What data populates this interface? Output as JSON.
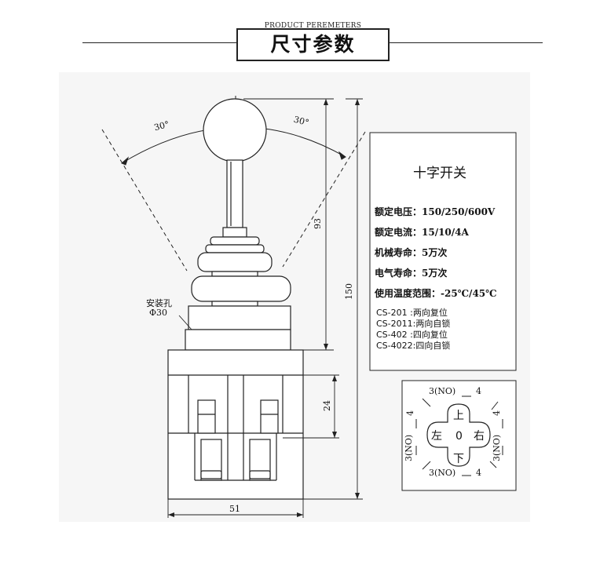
{
  "header": {
    "subtitle": "PRODUCT PEREMETERS",
    "title": "尺寸参数"
  },
  "drawing": {
    "angle_left": "30°",
    "angle_right": "30°",
    "dim_height_lever": "93",
    "dim_height_total": "150",
    "dim_height_base": "24",
    "dim_width": "51",
    "mount_hole_label": "安装孔",
    "mount_hole_dia": "Φ30"
  },
  "spec_panel": {
    "title": "十字开关",
    "specs": [
      "额定电压：150/250/600V",
      "额定电流：15/10/4A",
      "机械寿命：5万次",
      "电气寿命：5万次",
      "使用温度范围：-25℃/45℃"
    ],
    "models": [
      "CS-201 :两向复位",
      "CS-2011:两向自锁",
      "CS-402 :四向复位",
      "CS-4022:四向自锁"
    ]
  },
  "direction_diagram": {
    "top_left": "3(NO)",
    "top_right": "4",
    "bottom_left": "3(NO)",
    "bottom_right": "4",
    "left_top": "4",
    "left_bottom": "3(NO)",
    "right_top": "4",
    "right_bottom": "3(NO)",
    "up": "上",
    "down": "下",
    "left": "左",
    "right": "右",
    "center": "0"
  }
}
